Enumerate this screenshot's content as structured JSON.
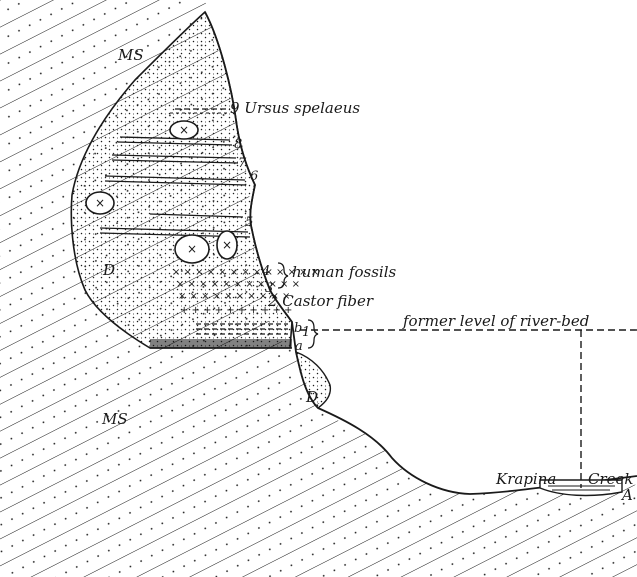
{
  "labels": {
    "ms_top": "MS",
    "ms_bottom": "MS",
    "d_cave": "D",
    "d_lower": "D",
    "ursus": "9 Ursus spelaeus",
    "n8": "8",
    "n7": "7",
    "n6": "6",
    "n5": "5",
    "n4": "4",
    "n3": "3",
    "human_fossils": "human fossils",
    "castor": "2 Castor fiber",
    "nb": "b",
    "n1": "1",
    "na": "a",
    "former_level": "former level of river-bed",
    "krapina": "Krapina",
    "creek": "Creek",
    "a_right": "A"
  },
  "markers": {
    "fossil_symbol": "×"
  },
  "colors": {
    "ink": "#1a1a1a",
    "paper": "#ffffff"
  }
}
